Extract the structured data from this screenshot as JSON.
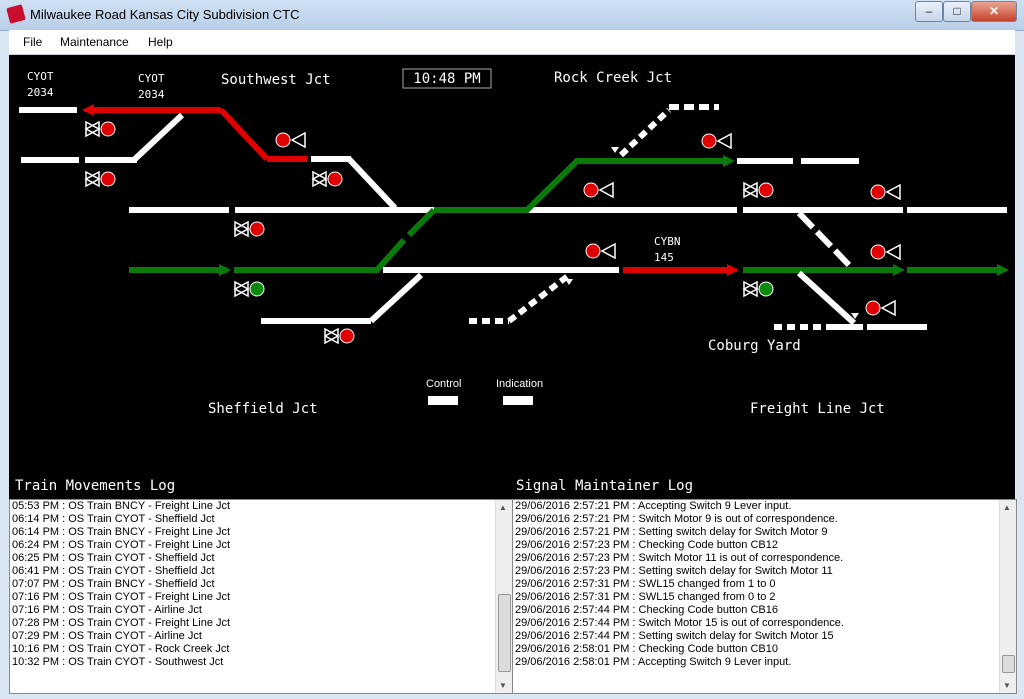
{
  "window": {
    "title": "Milwaukee Road Kansas City Subdivision CTC",
    "min_icon": "minimize-icon",
    "max_icon": "maximize-icon",
    "close_icon": "close-icon"
  },
  "menu": [
    "File",
    "Maintenance",
    "Help"
  ],
  "clock": "10:48 PM",
  "places": {
    "southwest": "Southwest Jct",
    "rock_creek": "Rock Creek Jct",
    "sheffield": "Sheffield Jct",
    "freight_line": "Freight Line Jct",
    "coburg": "Coburg Yard"
  },
  "train_tags": {
    "cyot_left_road": "CYOT",
    "cyot_left_num": "2034",
    "cyot_right_road": "CYOT",
    "cyot_right_num": "2034",
    "cybn_road": "CYBN",
    "cybn_num": "145"
  },
  "legend": {
    "control": "Control",
    "indication": "Indication"
  },
  "colors": {
    "clear": "#0a7a0a",
    "occupied": "#e00000",
    "idle": "#ffffff",
    "background": "#000000"
  },
  "train_log": {
    "title": "Train Movements Log",
    "lines": [
      "05:53 PM : OS Train BNCY - Freight Line Jct",
      "06:14 PM : OS Train CYOT - Sheffield Jct",
      "06:14 PM : OS Train BNCY - Freight Line Jct",
      "06:24 PM : OS Train CYOT - Freight Line Jct",
      "06:25 PM : OS Train CYOT - Sheffield Jct",
      "06:41 PM : OS Train CYOT - Sheffield Jct",
      "07:07 PM : OS Train BNCY - Sheffield Jct",
      "07:16 PM : OS Train CYOT - Freight Line Jct",
      "07:16 PM : OS Train CYOT - Airline Jct",
      "07:28 PM : OS Train CYOT - Freight Line Jct",
      "07:29 PM : OS Train CYOT - Airline Jct",
      "10:16 PM : OS Train CYOT - Rock Creek Jct",
      "10:32 PM : OS Train CYOT - Southwest Jct"
    ]
  },
  "signal_log": {
    "title": "Signal Maintainer Log",
    "lines": [
      "29/06/2016 2:57:21 PM : Accepting Switch 9 Lever input.",
      "29/06/2016 2:57:21 PM : Switch Motor 9 is out of correspondence.",
      "29/06/2016 2:57:21 PM : Setting switch delay for Switch Motor 9",
      "29/06/2016 2:57:23 PM : Checking Code button CB12",
      "29/06/2016 2:57:23 PM : Switch Motor 11 is out of correspondence.",
      "29/06/2016 2:57:23 PM : Setting switch delay for Switch Motor 11",
      "29/06/2016 2:57:31 PM : SWL15 changed from 1 to 0",
      "29/06/2016 2:57:31 PM : SWL15 changed from 0 to 2",
      "29/06/2016 2:57:44 PM : Checking Code button CB16",
      "29/06/2016 2:57:44 PM : Switch Motor 15 is out of correspondence.",
      "29/06/2016 2:57:44 PM : Setting switch delay for Switch Motor 15",
      "29/06/2016 2:58:01 PM : Checking Code button CB10",
      "29/06/2016 2:58:01 PM : Accepting Switch 9 Lever input."
    ]
  }
}
